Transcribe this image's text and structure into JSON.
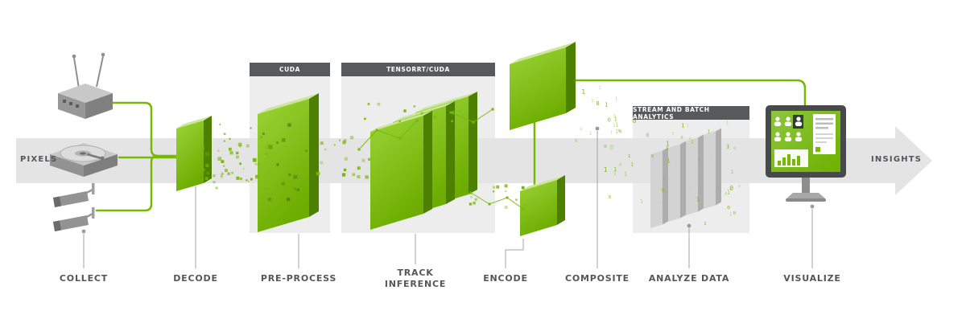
{
  "flow_band": {
    "start_label": "PIXELS",
    "end_label": "INSIGHTS"
  },
  "panels": [
    {
      "id": "cuda",
      "label": "CUDA"
    },
    {
      "id": "tensorrt-cuda",
      "label": "TENSORRT/CUDA"
    },
    {
      "id": "stream-batch-analytics",
      "label": "STREAM AND BATCH ANALYTICS"
    }
  ],
  "stages": [
    {
      "id": "collect",
      "label": "COLLECT"
    },
    {
      "id": "decode",
      "label": "DECODE"
    },
    {
      "id": "pre-process",
      "label": "PRE-PROCESS"
    },
    {
      "id": "track-inference",
      "label": "TRACK INFERENCE"
    },
    {
      "id": "encode",
      "label": "ENCODE"
    },
    {
      "id": "composite",
      "label": "COMPOSITE"
    },
    {
      "id": "analyze-data",
      "label": "ANALYZE DATA"
    },
    {
      "id": "visualize",
      "label": "VISUALIZE"
    }
  ],
  "icons": {
    "collect_sources": [
      "network-switch-icon",
      "hard-drive-icon",
      "cctv-camera-icon"
    ],
    "output_device": "monitor-icon"
  },
  "decor": {
    "binary_glyphs": [
      "0",
      "1"
    ]
  },
  "colors": {
    "accent_green": "#76b900",
    "green_front_light": "#9bd438",
    "green_front_dark": "#6dad00",
    "green_side": "#4e8000",
    "green_top": "#cde79a",
    "band_gray": "#e4e4e4",
    "panel_gray": "#ededed",
    "header_gray": "#58595b",
    "text_gray": "#55565a",
    "device_gray": "#9a9a9a"
  }
}
